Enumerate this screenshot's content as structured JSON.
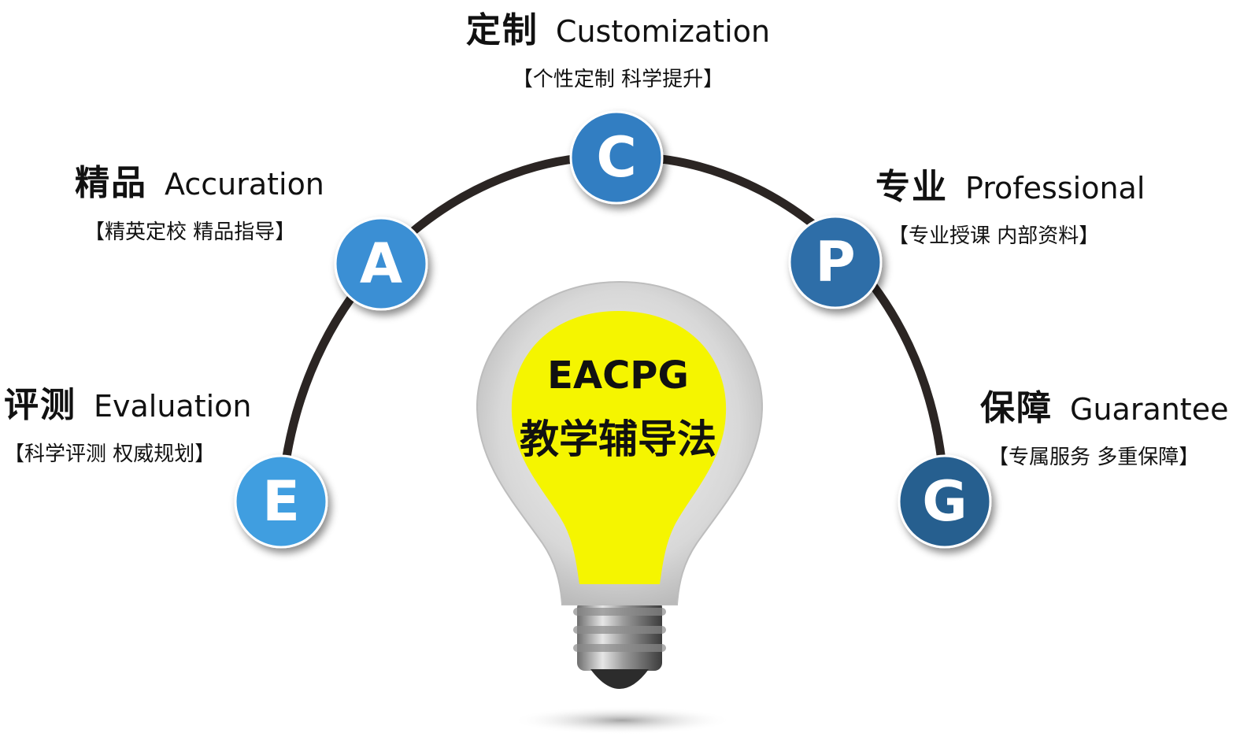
{
  "colors": {
    "arc": "#2b2523",
    "node_e": "#3f9ee0",
    "node_a": "#3a8fd4",
    "node_c": "#337ec2",
    "node_p": "#2e6ea8",
    "node_g": "#285e8f",
    "bulb_glow": "#f5f500",
    "bulb_shell": "#d4d4d4"
  },
  "nodes": [
    {
      "id": "e",
      "letter": "E",
      "zh": "评测",
      "en": "Evaluation",
      "sub": "【科学评测 权威规划】"
    },
    {
      "id": "a",
      "letter": "A",
      "zh": "精品",
      "en": "Accuration",
      "sub": "【精英定校 精品指导】"
    },
    {
      "id": "c",
      "letter": "C",
      "zh": "定制",
      "en": "Customization",
      "sub": "【个性定制 科学提升】"
    },
    {
      "id": "p",
      "letter": "P",
      "zh": "专业",
      "en": "Professional",
      "sub": "【专业授课 内部资料】"
    },
    {
      "id": "g",
      "letter": "G",
      "zh": "保障",
      "en": "Guarantee",
      "sub": "【专属服务 多重保障】"
    }
  ],
  "bulb": {
    "line1": "EACPG",
    "line2": "教学辅导法"
  }
}
